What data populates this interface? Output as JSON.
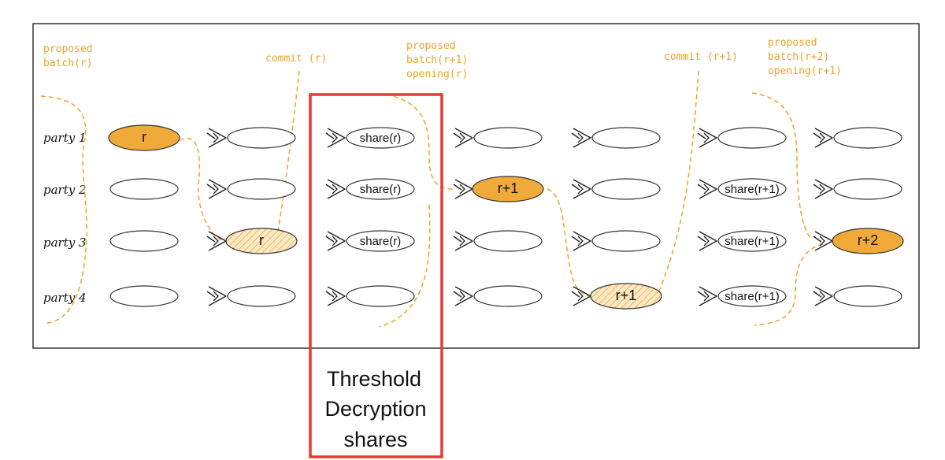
{
  "diagram": {
    "parties": [
      "party 1",
      "party 2",
      "party 3",
      "party 4"
    ],
    "annotations": {
      "a1": [
        "proposed",
        "batch(r)"
      ],
      "a2": [
        "commit (r)"
      ],
      "a3": [
        "proposed",
        "batch(r+1)",
        "opening(r)"
      ],
      "a4": [
        "commit (r+1)"
      ],
      "a5": [
        "proposed",
        "batch(r+2)",
        "opening(r+1)"
      ]
    },
    "highlight_box": {
      "lines": [
        "Threshold",
        "Decryption",
        "shares"
      ],
      "color": "#e53a30"
    },
    "colors": {
      "accent": "#f0aa3a",
      "dashed": "#e8a428",
      "frame": "#333333"
    },
    "node_labels": {
      "c0p1": "r",
      "c1p3": "r",
      "c2p1": "share(r)",
      "c2p2": "share(r)",
      "c2p3": "share(r)",
      "c3p2": "r+1",
      "c4p4": "r+1",
      "c5p2": "share(r+1)",
      "c5p3": "share(r+1)",
      "c5p4": "share(r+1)",
      "c6p3": "r+2"
    }
  }
}
